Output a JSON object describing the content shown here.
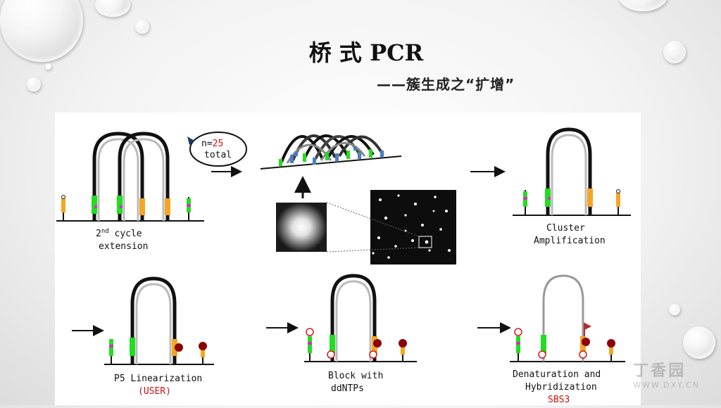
{
  "slide": {
    "title": "桥 式 PCR",
    "subtitle": "——簇生成之“扩增”"
  },
  "figure": {
    "loop_counter": {
      "prefix": "n=",
      "number": "25",
      "suffix": "total"
    },
    "steps": {
      "second_cycle": {
        "line1": "2nd cycle",
        "line1_base": "2",
        "line1_sup": "nd",
        "line1_rest": " cycle",
        "line2": "extension"
      },
      "cluster_amplification": {
        "line1": "Cluster",
        "line2": "Amplification"
      },
      "p5_linearization": {
        "line1": "P5 Linearization",
        "line2": "(USER)"
      },
      "block": {
        "line1": "Block with",
        "line2": "ddNTPs"
      },
      "denaturation": {
        "line1": "Denaturation and",
        "line2": "Hybridization",
        "line3": "SBS3"
      }
    }
  },
  "watermark": {
    "logo_text": "丁香园",
    "site": "WWW.DXY.CN"
  }
}
